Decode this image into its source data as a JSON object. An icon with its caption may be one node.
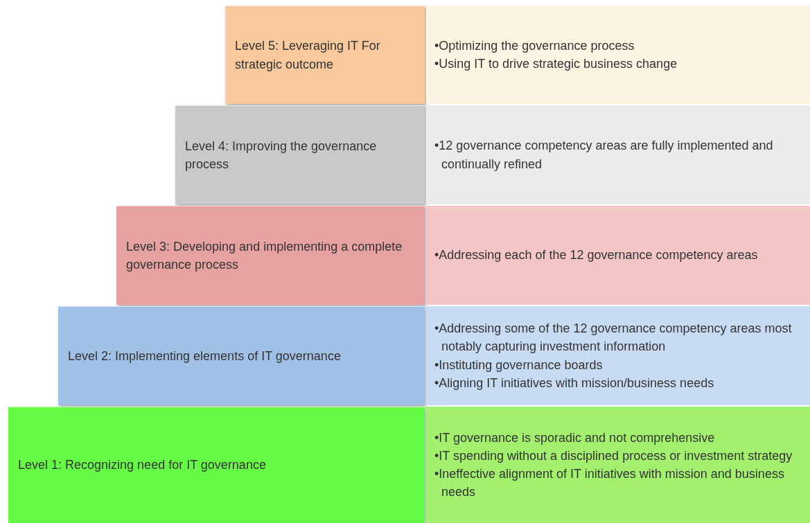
{
  "diagram": {
    "nodes": [
      {
        "text": [
          "Level 5: Leveraging IT For strategic outcome"
        ]
      },
      {
        "text": [
          "•Optimizing the governance process",
          "•Using IT to drive strategic business change"
        ]
      },
      {
        "text": [
          "Level 4: Improving the governance process"
        ]
      },
      {
        "text": [
          "•12 governance competency areas are fully implemented and continually refined"
        ]
      },
      {
        "text": [
          "Level 3: Developing  and implementing a complete governance process"
        ]
      },
      {
        "text": [
          "•Addressing each of the 12 governance competency areas"
        ]
      },
      {
        "text": [
          "Level 2: Implementing elements of IT governance"
        ]
      },
      {
        "text": [
          "•Addressing some of the 12 governance competency areas most notably capturing investment information",
          "•Instituting governance boards",
          "•Aligning IT initiatives with mission/business needs"
        ]
      },
      {
        "text": [
          "Level 1: Recognizing need for IT governance"
        ]
      },
      {
        "text": [
          "•IT governance is sporadic and not comprehensive",
          "•IT spending without a disciplined process or investment strategy",
          "•Ineffective alignment of IT initiatives with mission and business needs"
        ]
      }
    ]
  }
}
